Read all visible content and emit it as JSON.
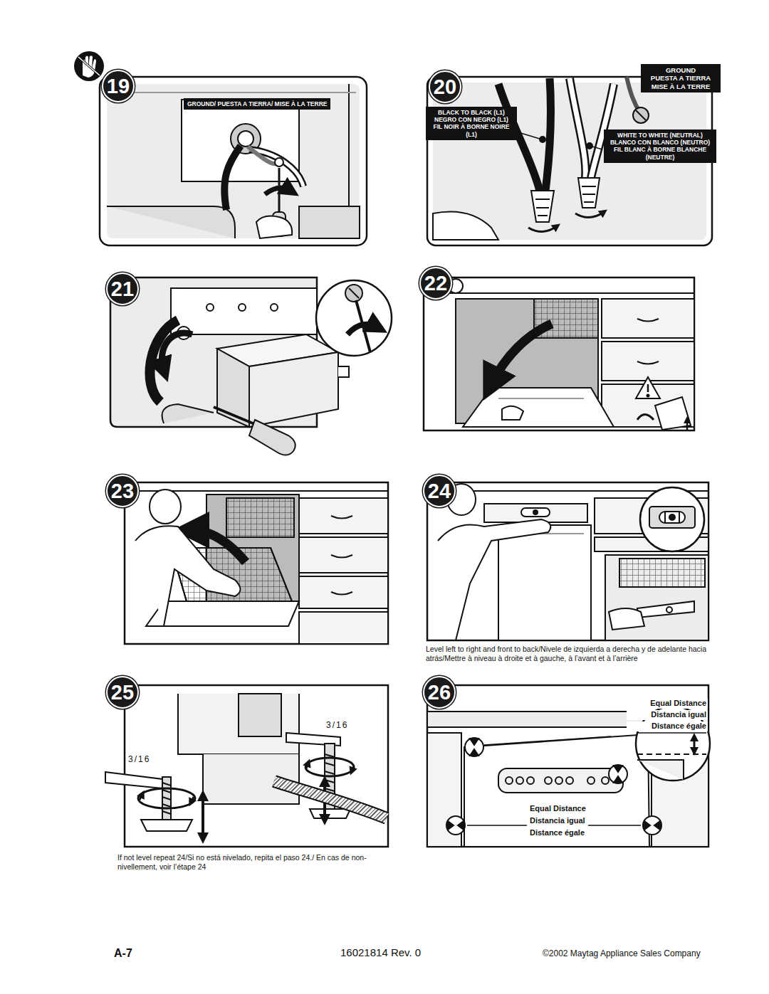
{
  "diagram": {
    "nodes": [
      {
        "text": [
          "19"
        ]
      },
      {
        "text": [
          "GROUND/ PUESTA A TIERRA/ MISE À LA TERRE"
        ]
      },
      {
        "text": [
          "20"
        ]
      },
      {
        "text": [
          "BLACK TO BLACK (L1)",
          "NEGRO CON NEGRO (L1)",
          "FIL NOIR À BORNE NOIRE (L1)"
        ]
      },
      {
        "text": [
          "GROUND",
          "PUESTA A TIERRA",
          "MISE À LA TERRE"
        ]
      },
      {
        "text": [
          "WHITE TO WHITE (NEUTRAL)",
          "BLANCO CON BLANCO (NEUTRO)",
          "FIL BLANC À BORNE BLANCHE (NEUTRE)"
        ]
      },
      {
        "text": [
          "21"
        ]
      },
      {
        "text": [
          "22"
        ]
      },
      {
        "text": [
          "23"
        ]
      },
      {
        "text": [
          "24"
        ]
      },
      {
        "text": [
          "25"
        ]
      },
      {
        "text": [
          "26"
        ]
      }
    ],
    "labels": [
      "3/16",
      "3/16",
      "Level left to right and front to back/Nivele de izquierda a derecha y de adelante hacia atrás/Mettre à niveau à droite et à gauche, à l’avant et à l’arrière",
      "Equal Distance",
      "Distancia igual",
      "Distance égale",
      "Equal Distance",
      "Distancia igual",
      "Distance égale",
      "If not level repeat 24/Si no está nivelado, repita el paso 24./ En cas de non-nivellement, voir l’étape 24",
      "A-7",
      "16021814 Rev. 0",
      "©2002 Maytag Appliance Sales Company"
    ]
  }
}
